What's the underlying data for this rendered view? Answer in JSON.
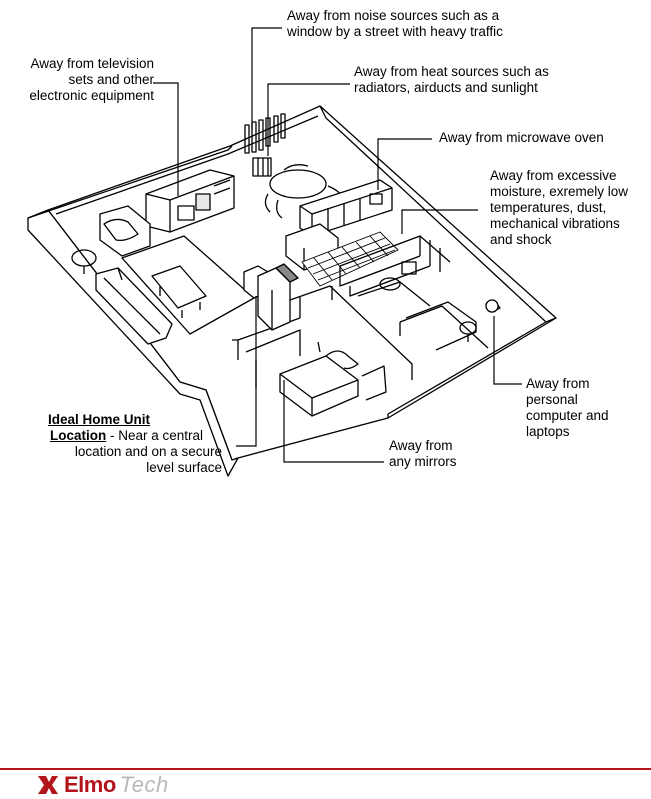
{
  "labels": {
    "noise": [
      "Away from noise sources such as a",
      "window by a street with heavy traffic"
    ],
    "television": [
      "Away from television",
      "sets and other",
      "electronic equipment"
    ],
    "heat": [
      "Away from heat sources such as",
      "radiators, airducts and sunlight"
    ],
    "microwave": [
      "Away from microwave oven"
    ],
    "moisture": [
      "Away from excessive",
      "moisture, exremely low",
      "temperatures, dust,",
      "mechanical vibrations",
      "and  shock"
    ],
    "computer": [
      "Away from",
      "personal",
      "computer and",
      "laptops"
    ],
    "mirrors": [
      "Away from",
      "any mirrors"
    ],
    "ideal": {
      "title_line1": "Ideal Home Unit",
      "title_line2": "Location",
      "line2_rest": " - Near a central",
      "line3": "location and on a secure",
      "line4": "level surface"
    }
  },
  "footer": {
    "logo_elmo": "Elmo",
    "logo_tech": "Tech",
    "accent": "#b3141b"
  }
}
